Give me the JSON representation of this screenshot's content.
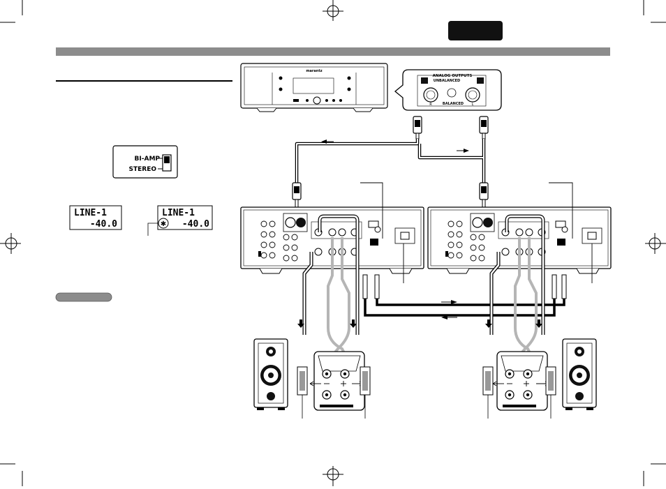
{
  "header": {
    "tab_label": ""
  },
  "switch": {
    "upper": "BI-AMP",
    "lower": "STEREO"
  },
  "displays": [
    {
      "line1": "LINE-1",
      "line2": "-40.0",
      "marker": ""
    },
    {
      "line1": "LINE-1",
      "line2": "-40.0",
      "marker": "✱"
    }
  ],
  "player": {
    "brand": "marantz",
    "panel_title": "ANALOG OUTPUTS",
    "panel_sub": "UNBALANCED",
    "panel_balanced": "BALANCED",
    "ch_r": "R",
    "ch_l": "L"
  },
  "colors": {
    "header_bar": "#8c8c8c",
    "ink": "#111111",
    "wire_gray": "#b5b5b5",
    "tab": "#111111"
  }
}
